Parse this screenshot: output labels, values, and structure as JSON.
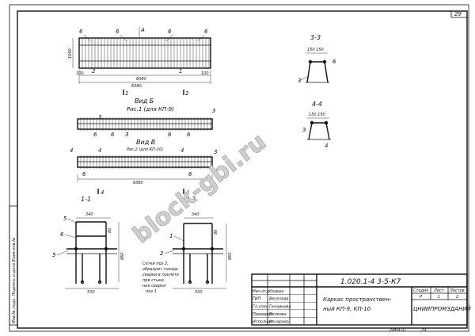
{
  "sheet": {
    "page_corner": "29",
    "bottom_number": "29",
    "inventory_number": "2И69-01"
  },
  "views": {
    "plan": {
      "dim_length": "6380",
      "dim_inner": "6080",
      "dim_left": "100",
      "dim_right": "100",
      "dim_height": "1060",
      "marker_1": "1",
      "marker_2": "2",
      "mark_6": "6",
      "mark_A": "A"
    },
    "view_b": {
      "title": "Вид Б",
      "sub": "Рис.1 (для КП-9)"
    },
    "view_c": {
      "title": "Вид В",
      "sub": "Рис.2 (для КП-10)",
      "dim_length": "6380"
    },
    "section_33": {
      "title": "3-3",
      "dims": "150 150"
    },
    "section_44": {
      "title": "4-4",
      "dims": "150 150"
    },
    "section_11": {
      "title": "1-1",
      "dim_top": "340",
      "dim_bottom": "530",
      "dim_height": "860",
      "dim_small": "80"
    },
    "section_22": {
      "title": "2-2",
      "dim_top": "340",
      "dim_bottom": "530",
      "dim_height": "860",
      "dim_small": "80"
    },
    "note": {
      "l1": "Сетки поз 2,",
      "l2": "образуют гнезда",
      "l3": "сварки в пролете",
      "l4": "при стыке",
      "l5": "ния сварки",
      "l6": "поз 1"
    },
    "labels": [
      "1",
      "2",
      "3",
      "4",
      "5",
      "6"
    ]
  },
  "title_block": {
    "code": "1.020.1-4 3-5-К7",
    "name_l1": "Каркас пространствен-",
    "name_l2": "ный КП-9, КП-10",
    "stage": "Стадия",
    "sheet_h": "Лист",
    "sheets_h": "Листов",
    "stage_v": "Р",
    "sheet_v": "1",
    "sheets_v": "2",
    "org": "ЦНИИПРОМЗДАНИЙ",
    "roles": [
      "Нач.отд",
      "ГИП",
      "Гл.спец",
      "Проверил",
      "Исполнил"
    ],
    "people": [
      "Кодыш",
      "Веселова",
      "Гензинова",
      "Волкова",
      "Кочарова"
    ]
  },
  "side_strip": "Инв.№ подл. Подпись и дата Взам.инв.№",
  "watermark": "block-gbi.ru",
  "icons": []
}
